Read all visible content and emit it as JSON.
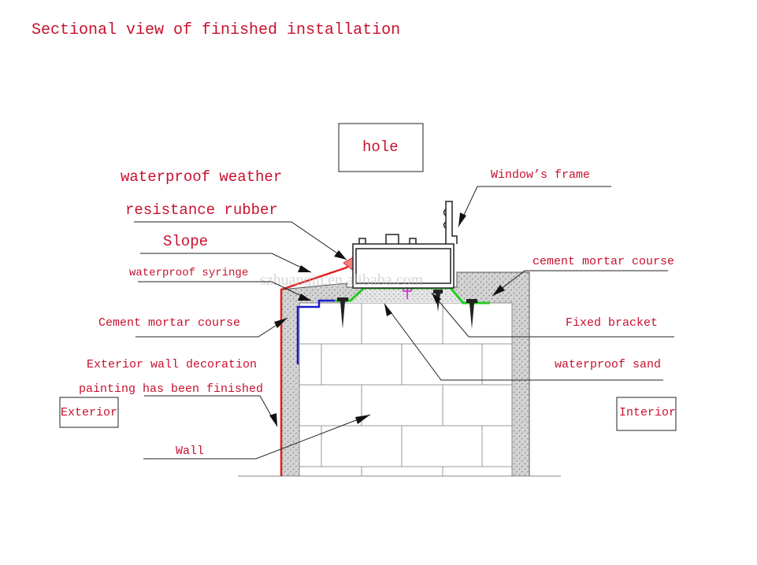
{
  "title": "Sectional view of finished installation",
  "colors": {
    "label_red": "#c8102e",
    "leader": "#000000",
    "slope_red": "#e02020",
    "syringe_blue": "#1a1acc",
    "sand_green": "#22cc22",
    "bracket_magenta": "#cc22cc",
    "mortar_gray": "#c8c8c8"
  },
  "labels": {
    "hole": "hole",
    "rubber_line1": "waterproof weather",
    "rubber_line2": "resistance rubber",
    "slope": "Slope",
    "syringe": "waterproof syringe",
    "cement_left": "Cement mortar course",
    "exterior_deco_line1": "Exterior wall decoration",
    "exterior_deco_line2": "painting has been finished",
    "exterior": "Exterior",
    "wall": "Wall",
    "window_frame": "Window’s  frame",
    "cement_right": "cement mortar course",
    "fixed_bracket": "Fixed bracket",
    "waterproof_sand": "waterproof sand",
    "interior": "Interior"
  },
  "watermark": "szhuanqin.en.alibaba.com"
}
